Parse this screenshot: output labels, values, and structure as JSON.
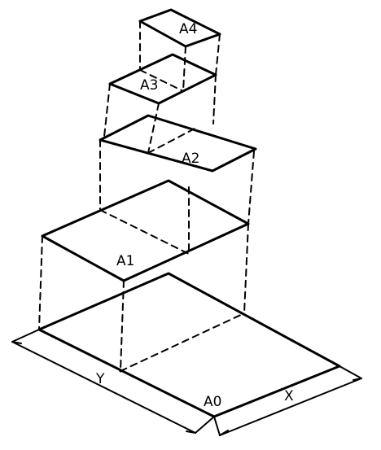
{
  "labels": {
    "a0": "A0",
    "a1": "A1",
    "a2": "A2",
    "a3": "A3",
    "a4": "A4",
    "dim_x": "X",
    "dim_y": "Y"
  },
  "colors": {
    "ink": "#000000",
    "background": "#ffffff"
  }
}
